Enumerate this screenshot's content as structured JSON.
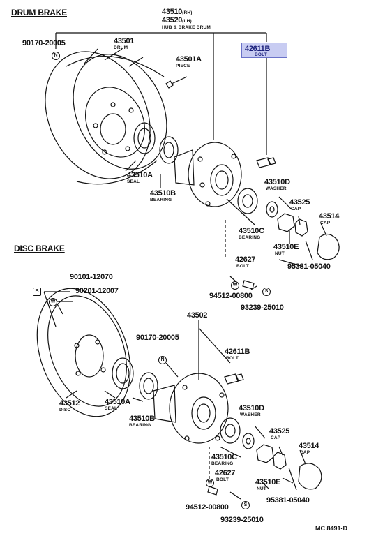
{
  "sections": {
    "drum": "DRUM BRAKE",
    "disc": "DISC BRAKE"
  },
  "drum": {
    "hub_top": {
      "pn1": "43510",
      "pn1_sfx": "(RH)",
      "pn2": "43520",
      "pn2_sfx": "(LH)",
      "desc": "HUB & BRAKE DRUM"
    },
    "washer_90170": {
      "pn": "90170-20005",
      "badge": "N"
    },
    "drum_43501": {
      "pn": "43501",
      "desc": "DRUM"
    },
    "piece_43501a": {
      "pn": "43501A",
      "desc": "PIECE"
    },
    "bolt_42611b": {
      "pn": "42611B",
      "desc": "BOLT"
    },
    "seal_43510a": {
      "pn": "43510A",
      "desc": "SEAL"
    },
    "bearing_43510b": {
      "pn": "43510B",
      "desc": "BEARING"
    },
    "washer_43510d": {
      "pn": "43510D",
      "desc": "WASHER"
    },
    "cap_43525": {
      "pn": "43525",
      "desc": "CAP"
    },
    "cap_43514": {
      "pn": "43514",
      "desc": "CAP"
    },
    "bearing_43510c": {
      "pn": "43510C",
      "desc": "BEARING"
    },
    "nut_43510e": {
      "pn": "43510E",
      "desc": "NUT"
    },
    "bolt_42627": {
      "pn": "42627",
      "desc": "BOLT"
    },
    "pin_95381": {
      "pn": "95381-05040"
    },
    "washer_94512": {
      "pn": "94512-00800",
      "badge": "W"
    },
    "stud_93239": {
      "pn": "93239-25010",
      "badge": "S"
    }
  },
  "disc": {
    "bolt_90101": {
      "pn": "90101-12070",
      "badge": "B"
    },
    "washer_90201": {
      "pn": "90201-12007",
      "badge": "W"
    },
    "hub_43502": {
      "pn": "43502"
    },
    "washer_90170": {
      "pn": "90170-20005",
      "badge": "N"
    },
    "bolt_42611b": {
      "pn": "42611B",
      "desc": "BOLT"
    },
    "disc_43512": {
      "pn": "43512",
      "desc": "DISC"
    },
    "seal_43510a": {
      "pn": "43510A",
      "desc": "SEAL"
    },
    "bearing_43510b": {
      "pn": "43510B",
      "desc": "BEARING"
    },
    "washer_43510d": {
      "pn": "43510D",
      "desc": "WASHER"
    },
    "cap_43525": {
      "pn": "43525",
      "desc": "CAP"
    },
    "cap_43514": {
      "pn": "43514",
      "desc": "CAP"
    },
    "bearing_43510c": {
      "pn": "43510C",
      "desc": "BEARING"
    },
    "bolt_42627": {
      "pn": "42627",
      "desc": "BOLT"
    },
    "nut_43510e": {
      "pn": "43510E",
      "desc": "NUT"
    },
    "washer_94512": {
      "pn": "94512-00800",
      "badge": "W"
    },
    "pin_95381": {
      "pn": "95381-05040"
    },
    "stud_93239": {
      "pn": "93239-25010",
      "badge": "S"
    }
  },
  "footer": "MC 8491-D",
  "colors": {
    "highlight_fill": "#c8ccf2",
    "highlight_border": "#6a72c8",
    "ink": "#111111"
  }
}
